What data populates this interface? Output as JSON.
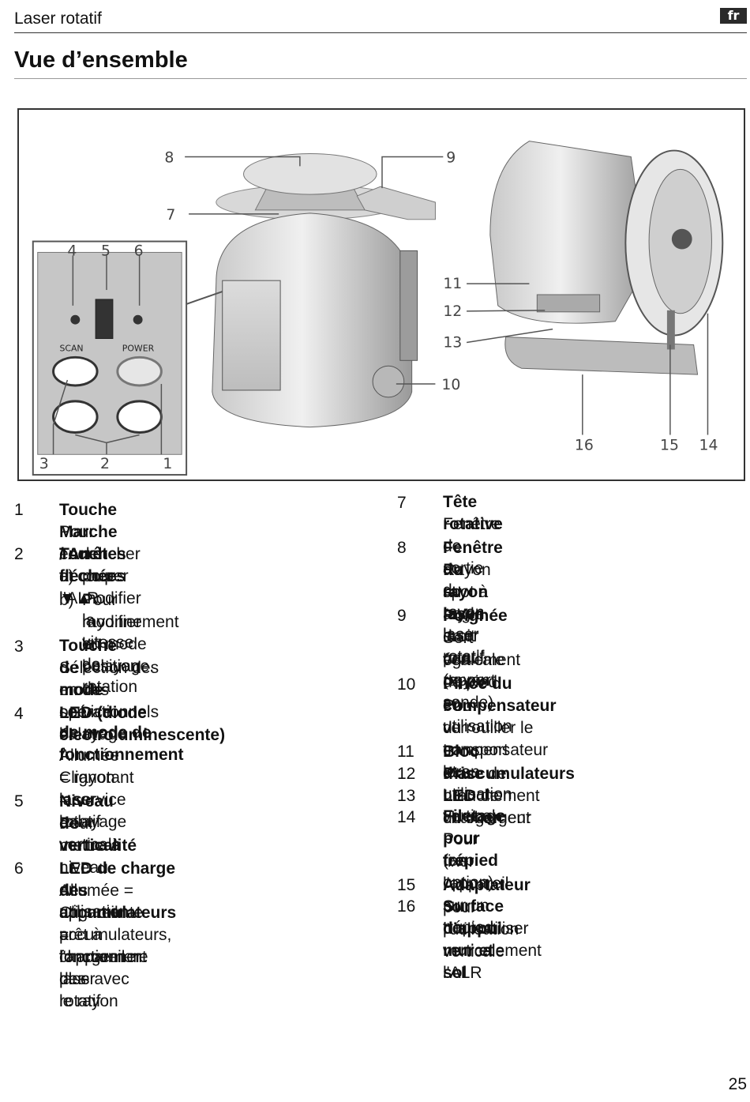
{
  "header": {
    "title": "Laser rotatif",
    "lang": "fr"
  },
  "page_title": "Vue d’ensemble",
  "figure": {
    "callouts": [
      "1",
      "2",
      "3",
      "4",
      "5",
      "6",
      "7",
      "8",
      "9",
      "10",
      "11",
      "12",
      "13",
      "14",
      "15",
      "16"
    ],
    "panel_labels": {
      "scan": "SCAN",
      "power": "POWER"
    }
  },
  "items": [
    {
      "num": "1",
      "title": "Touche Marche / Arrêt",
      "lines": [
        "Pour enclencher et couper l’ALR"
      ]
    },
    {
      "num": "2",
      "title": "Touches fléchées ▼▲",
      "sub": [
        {
          "mark": "a)",
          "text": "pour modifier la vitesse de rotation"
        },
        {
          "mark": "b)",
          "text": "Pour modifier la position du",
          "cont": "rayonnement en mode balayage."
        }
      ]
    },
    {
      "num": "3",
      "title": "Touche de mode",
      "lines": [
        "Sélection des modes opérationnels",
        "en service balayage"
      ]
    },
    {
      "num": "4",
      "title": "LED (diode électroluminescente)",
      "title2": "de mode de fonctionnement",
      "lines": [
        "Allumée = rayon laser rotatif",
        "Clignotant = service balayage"
      ]
    },
    {
      "num": "5",
      "title": "Niveau de verticalité",
      "lines": [
        "Pour mettre à niveau en utilisation",
        "verticale"
      ]
    },
    {
      "num": "6",
      "title": "LED de charge des accumulateurs",
      "lines": [
        "Allumée = appareil prêt à fonctionner",
        "Clignotante = chargement des",
        "accumulateurs, l'appareil ne",
        "fonctionne plus avec le rayon",
        "laser rotatif"
      ]
    },
    {
      "num": "7",
      "title": "Tête rotative",
      "lines": [
        "Fenêtre de sortie du rayon laser rotatif"
      ]
    },
    {
      "num": "8",
      "title": "Fenêtre du rayon laser",
      "lines": [
        "Rayon spot à angle droit par rapport",
        "au rayon laser rotatif (rayon sonde)"
      ]
    },
    {
      "num": "9",
      "title": "Poignée",
      "lines": [
        "Sert également de pied en utilisation",
        "verticale"
      ]
    },
    {
      "num": "10",
      "title": "Pince du compensateur",
      "lines": [
        "Pour verrouiller le compensateur lors",
        "du transport et en utilisation verticale"
      ]
    },
    {
      "num": "11",
      "title": "Bloc d’accumulateurs"
    },
    {
      "num": "12",
      "title": "Prise",
      "rest": " de branchement du chargeur"
    },
    {
      "num": "13",
      "title": "LED",
      "rest": " de chargement"
    },
    {
      "num": "14",
      "title": "Filetage pour trépied",
      "lines": [
        "Pour fixer l'appareil sur un trépied",
        "(en option)"
      ]
    },
    {
      "num": "15",
      "title": "Adaptateur",
      "rest": " pour l'utilisation verticale"
    },
    {
      "num": "16",
      "title": "Surface d’appui mur et sol",
      "lines": [
        "pour utiliser verticalement l'ALR"
      ]
    }
  ],
  "page_number": "25"
}
